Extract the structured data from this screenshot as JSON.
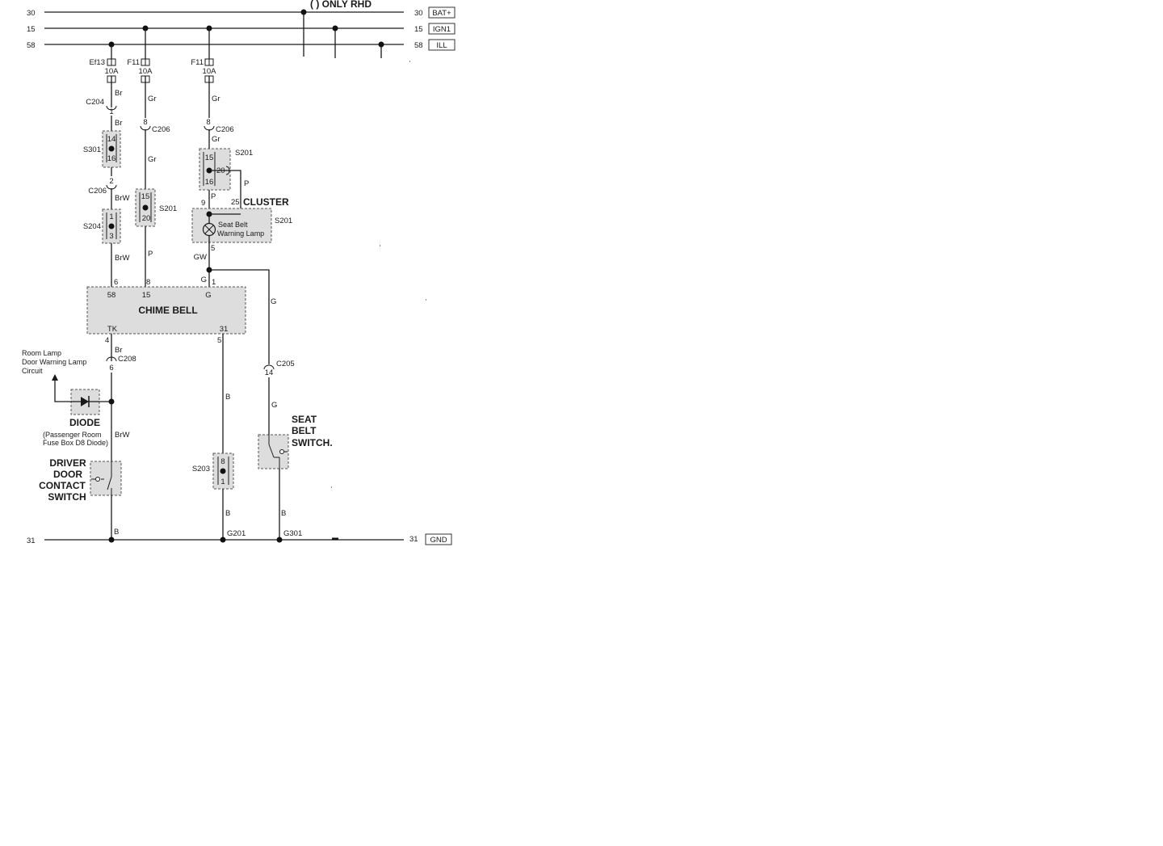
{
  "diagram": {
    "rails": [
      {
        "id": "r30",
        "left": "30",
        "right": "30",
        "tag": "BAT+"
      },
      {
        "id": "r15",
        "left": "15",
        "right": "15",
        "tag": "IGN1"
      },
      {
        "id": "r58",
        "left": "58",
        "right": "58",
        "tag": "ILL"
      },
      {
        "id": "r31",
        "left": "31",
        "right": "31",
        "tag": "GND"
      }
    ],
    "only_rhd": "(    ) ONLY RHD",
    "fuses": [
      {
        "id": "Ef13",
        "rating": "10A"
      },
      {
        "id": "F11",
        "rating": "10A"
      },
      {
        "id": "F11",
        "rating": "10A"
      }
    ],
    "wire_colors": {
      "br": "Br",
      "gr": "Gr",
      "brw": "BrW",
      "p": "P",
      "gw": "GW",
      "g": "G",
      "b": "B"
    },
    "connectors": {
      "c204": "C204",
      "c206": "C206",
      "c208": "C208",
      "c205": "C205",
      "s301": "S301",
      "s204": "S204",
      "s201": "S201",
      "s203": "S203",
      "g201": "G201",
      "g301": "G301"
    },
    "pins": {
      "p1": "1",
      "p2": "2",
      "p3": "3",
      "p4": "4",
      "p5": "5",
      "p6": "6",
      "p8": "8",
      "p9": "9",
      "p14": "14",
      "p15": "15",
      "p16": "16",
      "p20": "20",
      "p25": "25"
    },
    "cluster": {
      "title": "CLUSTER",
      "lamp_line1": "Seat Belt",
      "lamp_line2": "Warning Lamp"
    },
    "chime": {
      "title": "CHIME BELL",
      "pin_58": "58",
      "pin_15": "15",
      "pin_g": "G",
      "pin_tk": "TK",
      "pin_31": "31"
    },
    "room_lamp": {
      "line1": "Room Lamp",
      "line2": "Door Warning Lamp",
      "line3": "Circuit"
    },
    "diode": {
      "title": "DIODE",
      "note1": "(Passenger Room",
      "note2": "Fuse Box D8 Diode)"
    },
    "driver_switch": {
      "line1": "DRIVER",
      "line2": "DOOR",
      "line3": "CONTACT",
      "line4": "SWITCH"
    },
    "seat_switch": {
      "line1": "SEAT",
      "line2": "BELT",
      "line3": "SWITCH."
    }
  }
}
